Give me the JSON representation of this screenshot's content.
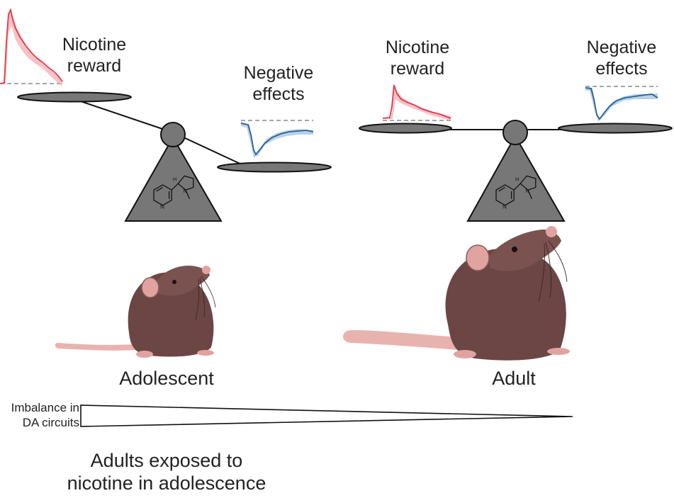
{
  "left_scale": {
    "reward_label": [
      "Nicotine",
      "reward"
    ],
    "negative_label": [
      "Negative",
      "effects"
    ]
  },
  "right_scale": {
    "reward_label": [
      "Nicotine",
      "reward"
    ],
    "negative_label": [
      "Negative",
      "effects"
    ]
  },
  "left_mouse_label": "Adolescent",
  "right_mouse_label": "Adult",
  "gradient_label": [
    "Imbalance in",
    "DA circuits"
  ],
  "bottom_caption": [
    "Adults exposed to",
    "nicotine in adolescence"
  ],
  "colors": {
    "reward_trace": "#e23a4d",
    "reward_shade": "#f4b3b8",
    "negative_trace": "#2a5f96",
    "negative_shade": "#a8c5e4",
    "scale_gray": "#777777",
    "mouse_body": "#6b4644",
    "mouse_pink": "#e0a3a0"
  }
}
